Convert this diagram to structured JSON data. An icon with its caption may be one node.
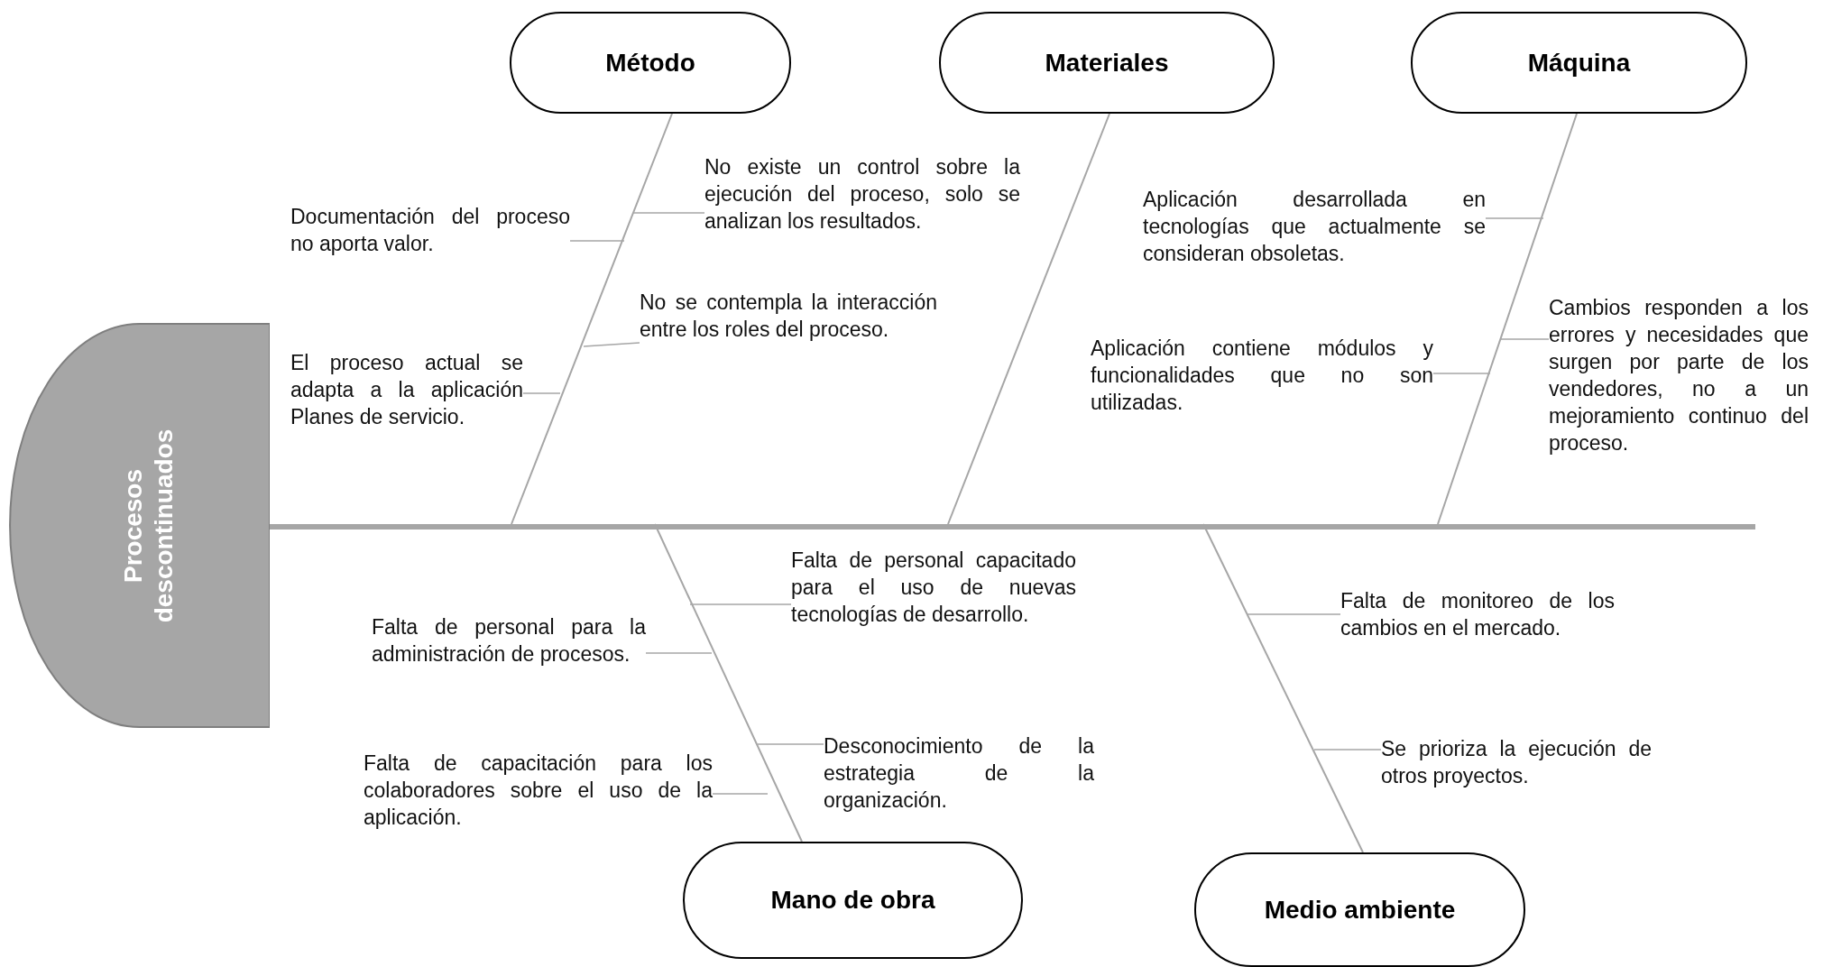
{
  "diagram": {
    "nodes": [
      {
        "text": [
          "Método"
        ]
      },
      {
        "text": [
          "Materiales"
        ]
      },
      {
        "text": [
          "Máquina"
        ]
      },
      {
        "text": [
          "No existe un control sobre la ejecución del proceso, solo se analizan los resultados."
        ]
      },
      {
        "text": [
          "Documentación del proceso no aporta valor."
        ]
      },
      {
        "text": [
          "Aplicación desarrollada en tecnologías que actualmente se consideran obsoletas."
        ]
      },
      {
        "text": [
          "No se contempla la interacción entre los roles del proceso."
        ]
      },
      {
        "text": [
          "Aplicación contiene módulos y funcionalidades que no son utilizadas."
        ]
      },
      {
        "text": [
          "Cambios responden a los errores y necesidades que surgen por parte de los vendedores, no a un mejoramiento continuo del proceso."
        ]
      },
      {
        "text": [
          "El proceso actual se adapta a la aplicación Planes de servicio."
        ]
      },
      {
        "text": [
          "Procesos descontinuados"
        ]
      },
      {
        "text": [],
        "shape": "bar"
      },
      {
        "text": [
          "Falta de personal capacitado para el uso de nuevas tecnologías de desarrollo."
        ]
      },
      {
        "text": [
          "Falta de personal para la administración de procesos."
        ]
      },
      {
        "text": [
          "Falta de monitoreo de los cambios en el mercado."
        ]
      },
      {
        "text": [
          "Desconocimiento de la estrategia de la organización."
        ]
      },
      {
        "text": [
          "Se prioriza la ejecución de otros proyectos."
        ]
      },
      {
        "text": [
          "Falta de capacitación para los colaboradores sobre el uso de la aplicación."
        ]
      },
      {
        "text": [
          "Mano de obra"
        ]
      },
      {
        "text": [
          "Medio ambiente"
        ]
      }
    ],
    "edges": [
      {
        "from": 0,
        "to": 11,
        "arrow": "none"
      },
      {
        "from": 1,
        "to": 11,
        "arrow": "none"
      },
      {
        "from": 2,
        "to": 11,
        "arrow": "none"
      },
      {
        "from": 18,
        "to": 11,
        "arrow": "none"
      },
      {
        "from": 19,
        "to": 11,
        "arrow": "none"
      },
      {
        "from": 3,
        "to": null,
        "arrow": "none"
      },
      {
        "from": 4,
        "to": null,
        "arrow": "none"
      },
      {
        "from": 5,
        "to": null,
        "arrow": "none"
      },
      {
        "from": 6,
        "to": null,
        "arrow": "none"
      },
      {
        "from": 7,
        "to": null,
        "arrow": "none"
      },
      {
        "from": 8,
        "to": null,
        "arrow": "none"
      },
      {
        "from": 9,
        "to": null,
        "arrow": "none"
      },
      {
        "from": 12,
        "to": null,
        "arrow": "none"
      },
      {
        "from": 13,
        "to": null,
        "arrow": "none"
      },
      {
        "from": 14,
        "to": null,
        "arrow": "none"
      },
      {
        "from": 15,
        "to": null,
        "arrow": "none"
      },
      {
        "from": 16,
        "to": null,
        "arrow": "none"
      },
      {
        "from": 17,
        "to": null,
        "arrow": "none"
      }
    ]
  }
}
